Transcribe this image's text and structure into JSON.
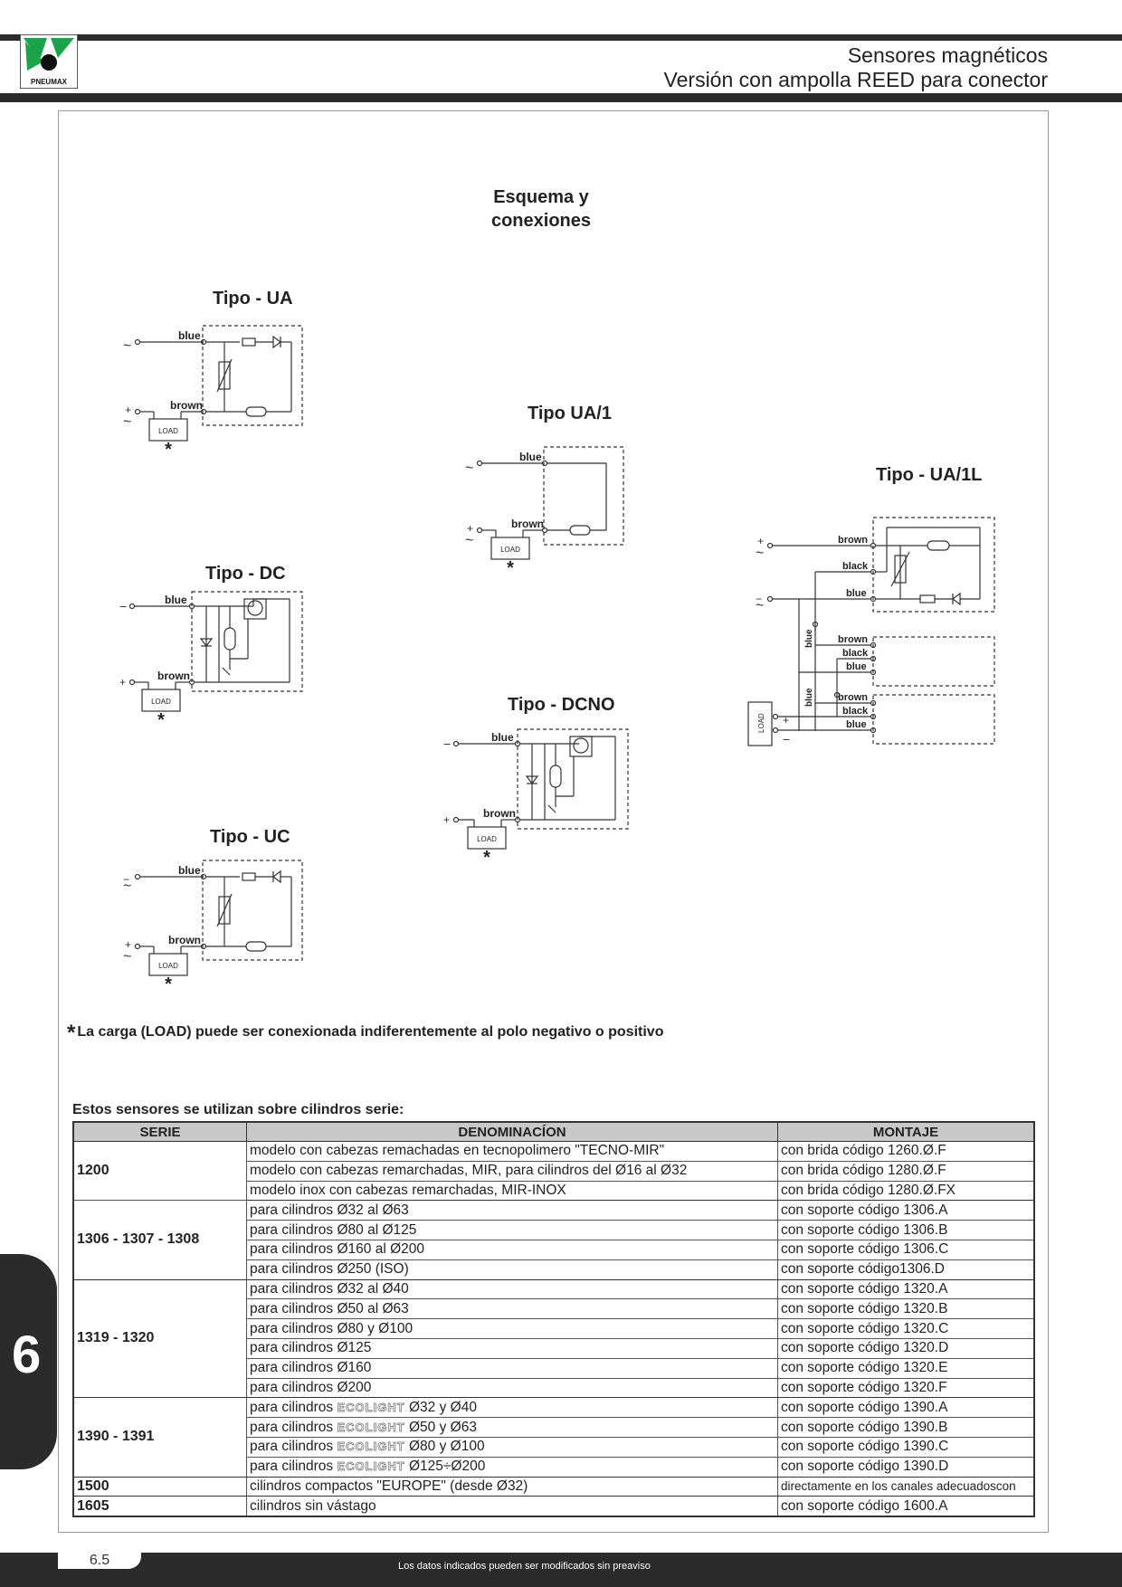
{
  "header": {
    "logo_text": "PNEUMAX",
    "title_line1": "Sensores magnéticos",
    "title_line2": "Versión con ampolla REED para conector"
  },
  "section_title_line1": "Esquema y",
  "section_title_line2": "conexiones",
  "diagrams": {
    "ua": {
      "title": "Tipo - UA",
      "blue": "blue",
      "brown": "brown",
      "load": "LOAD",
      "star": "*"
    },
    "ua1": {
      "title": "Tipo UA/1",
      "blue": "blue",
      "brown": "brown",
      "load": "LOAD",
      "star": "*"
    },
    "ua1l": {
      "title": "Tipo - UA/1L",
      "brown": "brown",
      "black": "black",
      "blue": "blue",
      "load": "LOAD"
    },
    "dc": {
      "title": "Tipo - DC",
      "blue": "blue",
      "brown": "brown",
      "load": "LOAD",
      "star": "*"
    },
    "dcno": {
      "title": "Tipo - DCNO",
      "blue": "blue",
      "brown": "brown",
      "load": "LOAD",
      "star": "*"
    },
    "uc": {
      "title": "Tipo - UC",
      "blue": "blue",
      "brown": "brown",
      "load": "LOAD",
      "star": "*"
    }
  },
  "note": "La carga (LOAD) puede ser conexionada indiferentemente al polo negativo o positivo",
  "note_star": "*",
  "table": {
    "title": "Estos sensores se utilizan sobre cilindros serie:",
    "headers": [
      "SERIE",
      "DENOMINACÍON",
      "MONTAJE"
    ],
    "eco_prefix": "para cilindros",
    "eco_brand": "ECOLIGHT",
    "groups": [
      {
        "serie": "1200",
        "rows": [
          {
            "den": "modelo con cabezas remachadas en tecnopolimero \"TECNO-MIR\"",
            "mon": "con brida código 1260.Ø.F"
          },
          {
            "den": "modelo con cabezas remarchadas, MIR, para cilindros del Ø16 al Ø32",
            "mon": "con brida código 1280.Ø.F"
          },
          {
            "den": "modelo inox con cabezas remarchadas, MIR-INOX",
            "mon": "con brida código 1280.Ø.FX"
          }
        ]
      },
      {
        "serie": "1306 - 1307 - 1308",
        "rows": [
          {
            "den": "para cilindros Ø32 al Ø63",
            "mon": "con soporte código 1306.A"
          },
          {
            "den": "para cilindros Ø80 al Ø125",
            "mon": "con soporte código 1306.B"
          },
          {
            "den": "para cilindros Ø160 al Ø200",
            "mon": "con soporte código 1306.C"
          },
          {
            "den": "para cilindros Ø250 (ISO)",
            "mon": "con soporte código1306.D"
          }
        ]
      },
      {
        "serie": "1319 - 1320",
        "rows": [
          {
            "den": "para cilindros Ø32 al Ø40",
            "mon": "con soporte código 1320.A"
          },
          {
            "den": "para cilindros Ø50 al Ø63",
            "mon": "con soporte código 1320.B"
          },
          {
            "den": "para cilindros Ø80 y Ø100",
            "mon": "con soporte código 1320.C"
          },
          {
            "den": "para cilindros Ø125",
            "mon": "con soporte código 1320.D"
          },
          {
            "den": "para cilindros Ø160",
            "mon": "con soporte código 1320.E"
          },
          {
            "den": "para cilindros Ø200",
            "mon": "con soporte código 1320.F"
          }
        ]
      },
      {
        "serie": "1390 - 1391",
        "rows": [
          {
            "den_suffix": "Ø32 y Ø40",
            "mon": "con soporte código 1390.A"
          },
          {
            "den_suffix": "Ø50 y Ø63",
            "mon": "con soporte código 1390.B"
          },
          {
            "den_suffix": "Ø80 y Ø100",
            "mon": "con soporte código 1390.C"
          },
          {
            "den_suffix": "Ø125÷Ø200",
            "mon": "con soporte código 1390.D"
          }
        ]
      },
      {
        "serie": "1500",
        "rows": [
          {
            "den": "cilindros compactos \"EUROPE\" (desde Ø32)",
            "mon": "directamente en los canales adecuadoscon"
          }
        ]
      },
      {
        "serie": "1605",
        "rows": [
          {
            "den": "cilindros sin vástago",
            "mon": "con soporte código 1600.A"
          }
        ]
      }
    ]
  },
  "side_tab": "6",
  "footer": {
    "page": "6.5",
    "text": "Los datos indicados pueden ser modificados sin preaviso"
  }
}
